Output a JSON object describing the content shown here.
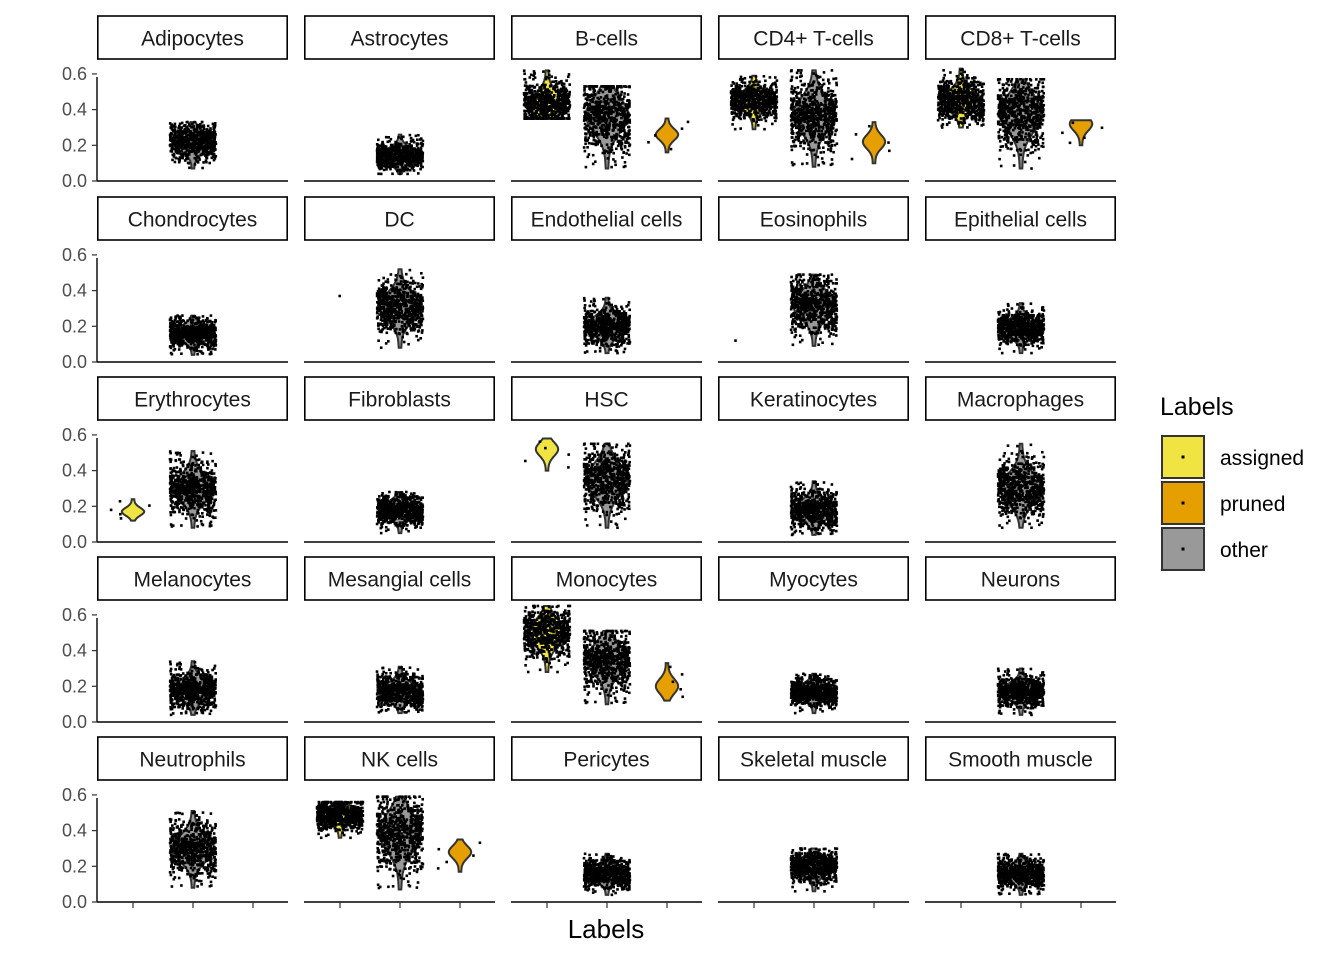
{
  "chart_data": {
    "type": "violin",
    "xlabel": "Labels",
    "ylabel": "",
    "ylim": [
      0,
      0.65
    ],
    "yticks": [
      "0.0",
      "0.2",
      "0.4",
      "0.6"
    ],
    "yticks_values": [
      0,
      0.2,
      0.4,
      0.6
    ],
    "x_categories": [
      "assigned",
      "pruned",
      "other"
    ],
    "grid": false,
    "legend": {
      "title": "Labels",
      "position": "right",
      "entries": [
        {
          "label": "assigned",
          "color": "#F0E442"
        },
        {
          "label": "pruned",
          "color": "#E69F00"
        },
        {
          "label": "other",
          "color": "#999999"
        }
      ]
    },
    "panels": [
      {
        "title": "Adipocytes",
        "groups": [
          {
            "category": "other",
            "median": 0.22,
            "min": 0.07,
            "max": 0.33,
            "n": "many"
          }
        ]
      },
      {
        "title": "Astrocytes",
        "groups": [
          {
            "category": "other",
            "median": 0.14,
            "min": 0.04,
            "max": 0.26,
            "n": "many"
          }
        ]
      },
      {
        "title": "B-cells",
        "groups": [
          {
            "category": "assigned",
            "median": 0.43,
            "min": 0.35,
            "max": 0.62,
            "n": "many"
          },
          {
            "category": "other",
            "median": 0.37,
            "min": 0.07,
            "max": 0.53,
            "n": "many"
          },
          {
            "category": "pruned",
            "median": 0.26,
            "min": 0.16,
            "max": 0.35,
            "n": "few"
          }
        ]
      },
      {
        "title": "CD4+ T-cells",
        "groups": [
          {
            "category": "assigned",
            "median": 0.45,
            "min": 0.29,
            "max": 0.59,
            "n": "many"
          },
          {
            "category": "other",
            "median": 0.37,
            "min": 0.08,
            "max": 0.62,
            "n": "many"
          },
          {
            "category": "pruned",
            "median": 0.22,
            "min": 0.1,
            "max": 0.33,
            "n": "few"
          }
        ]
      },
      {
        "title": "CD8+ T-cells",
        "groups": [
          {
            "category": "assigned",
            "median": 0.45,
            "min": 0.3,
            "max": 0.63,
            "n": "many"
          },
          {
            "category": "other",
            "median": 0.38,
            "min": 0.07,
            "max": 0.57,
            "n": "many"
          },
          {
            "category": "pruned",
            "median": 0.32,
            "min": 0.2,
            "max": 0.34,
            "n": "few"
          }
        ]
      },
      {
        "title": "Chondrocytes",
        "groups": [
          {
            "category": "other",
            "median": 0.16,
            "min": 0.04,
            "max": 0.26,
            "n": "many"
          }
        ]
      },
      {
        "title": "DC",
        "groups": [
          {
            "category": "assigned",
            "median": 0.37,
            "min": 0.37,
            "max": 0.37,
            "n": "one"
          },
          {
            "category": "other",
            "median": 0.31,
            "min": 0.08,
            "max": 0.52,
            "n": "many"
          }
        ]
      },
      {
        "title": "Endothelial cells",
        "groups": [
          {
            "category": "other",
            "median": 0.2,
            "min": 0.05,
            "max": 0.36,
            "n": "many"
          }
        ]
      },
      {
        "title": "Eosinophils",
        "groups": [
          {
            "category": "assigned",
            "median": 0.12,
            "min": 0.12,
            "max": 0.12,
            "n": "one"
          },
          {
            "category": "other",
            "median": 0.32,
            "min": 0.09,
            "max": 0.49,
            "n": "many"
          }
        ]
      },
      {
        "title": "Epithelial cells",
        "groups": [
          {
            "category": "other",
            "median": 0.19,
            "min": 0.05,
            "max": 0.33,
            "n": "many"
          }
        ]
      },
      {
        "title": "Erythrocytes",
        "groups": [
          {
            "category": "assigned",
            "median": 0.17,
            "min": 0.12,
            "max": 0.24,
            "n": "few"
          },
          {
            "category": "other",
            "median": 0.3,
            "min": 0.08,
            "max": 0.51,
            "n": "many"
          }
        ]
      },
      {
        "title": "Fibroblasts",
        "groups": [
          {
            "category": "other",
            "median": 0.18,
            "min": 0.05,
            "max": 0.28,
            "n": "many"
          }
        ]
      },
      {
        "title": "HSC",
        "groups": [
          {
            "category": "assigned",
            "median": 0.52,
            "min": 0.4,
            "max": 0.58,
            "n": "few"
          },
          {
            "category": "other",
            "median": 0.35,
            "min": 0.08,
            "max": 0.55,
            "n": "many"
          }
        ]
      },
      {
        "title": "Keratinocytes",
        "groups": [
          {
            "category": "other",
            "median": 0.18,
            "min": 0.04,
            "max": 0.34,
            "n": "many"
          }
        ]
      },
      {
        "title": "Macrophages",
        "groups": [
          {
            "category": "other",
            "median": 0.3,
            "min": 0.08,
            "max": 0.55,
            "n": "many"
          }
        ]
      },
      {
        "title": "Melanocytes",
        "groups": [
          {
            "category": "other",
            "median": 0.18,
            "min": 0.04,
            "max": 0.34,
            "n": "many"
          }
        ]
      },
      {
        "title": "Mesangial cells",
        "groups": [
          {
            "category": "other",
            "median": 0.17,
            "min": 0.05,
            "max": 0.31,
            "n": "many"
          }
        ]
      },
      {
        "title": "Monocytes",
        "groups": [
          {
            "category": "assigned",
            "median": 0.5,
            "min": 0.28,
            "max": 0.65,
            "n": "many"
          },
          {
            "category": "other",
            "median": 0.35,
            "min": 0.1,
            "max": 0.51,
            "n": "many"
          },
          {
            "category": "pruned",
            "median": 0.2,
            "min": 0.12,
            "max": 0.33,
            "n": "few"
          }
        ]
      },
      {
        "title": "Myocytes",
        "groups": [
          {
            "category": "other",
            "median": 0.17,
            "min": 0.05,
            "max": 0.27,
            "n": "many"
          }
        ]
      },
      {
        "title": "Neurons",
        "groups": [
          {
            "category": "other",
            "median": 0.17,
            "min": 0.04,
            "max": 0.3,
            "n": "many"
          }
        ]
      },
      {
        "title": "Neutrophils",
        "groups": [
          {
            "category": "other",
            "median": 0.3,
            "min": 0.08,
            "max": 0.51,
            "n": "many"
          }
        ]
      },
      {
        "title": "NK cells",
        "groups": [
          {
            "category": "assigned",
            "median": 0.49,
            "min": 0.36,
            "max": 0.56,
            "n": "many"
          },
          {
            "category": "other",
            "median": 0.39,
            "min": 0.07,
            "max": 0.59,
            "n": "many"
          },
          {
            "category": "pruned",
            "median": 0.28,
            "min": 0.17,
            "max": 0.35,
            "n": "few"
          }
        ]
      },
      {
        "title": "Pericytes",
        "groups": [
          {
            "category": "other",
            "median": 0.16,
            "min": 0.04,
            "max": 0.27,
            "n": "many"
          }
        ]
      },
      {
        "title": "Skeletal muscle",
        "groups": [
          {
            "category": "other",
            "median": 0.2,
            "min": 0.06,
            "max": 0.3,
            "n": "many"
          }
        ]
      },
      {
        "title": "Smooth muscle",
        "groups": [
          {
            "category": "other",
            "median": 0.16,
            "min": 0.04,
            "max": 0.27,
            "n": "many"
          }
        ]
      }
    ]
  }
}
